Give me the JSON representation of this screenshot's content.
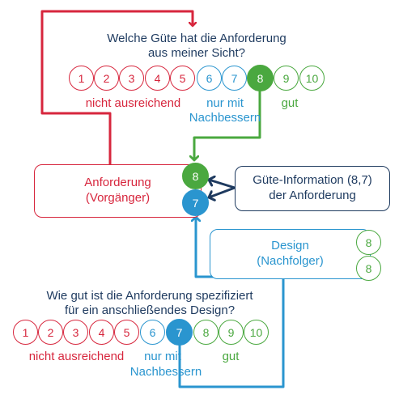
{
  "colors": {
    "red": "#d7263d",
    "blue": "#2a95cf",
    "green": "#4aa83f",
    "navy": "#1e3a5f"
  },
  "top_scale": {
    "question_line1": "Welche Güte hat die Anforderung",
    "question_line2": "aus meiner Sicht?",
    "ratings": [
      "1",
      "2",
      "3",
      "4",
      "5",
      "6",
      "7",
      "8",
      "9",
      "10"
    ],
    "selected": "8",
    "label_low": "nicht ausreichend",
    "label_mid_line1": "nur mit",
    "label_mid_line2": "Nachbessern",
    "label_high": "gut"
  },
  "bottom_scale": {
    "question_line1": "Wie gut ist die Anforderung spezifiziert",
    "question_line2": "für ein anschließendes Design?",
    "ratings": [
      "1",
      "2",
      "3",
      "4",
      "5",
      "6",
      "7",
      "8",
      "9",
      "10"
    ],
    "selected": "7",
    "label_low": "nicht ausreichend",
    "label_mid_line1": "nur mit",
    "label_mid_line2": "Nachbessern",
    "label_high": "gut"
  },
  "anforderung_box": {
    "line1": "Anforderung",
    "line2": "(Vorgänger)",
    "badge_top": "8",
    "badge_bottom": "7"
  },
  "guete_box": {
    "line1": "Güte-Information (8,7)",
    "line2": "der Anforderung"
  },
  "design_box": {
    "line1": "Design",
    "line2": "(Nachfolger)",
    "badges": [
      "8",
      "8"
    ]
  }
}
